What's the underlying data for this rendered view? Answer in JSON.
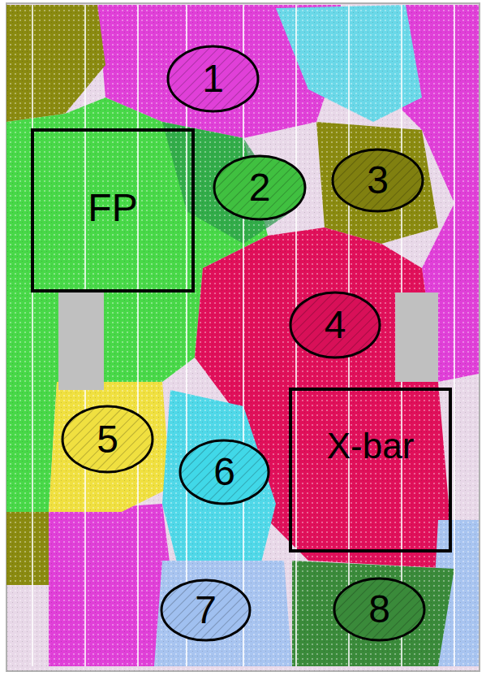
{
  "diagram": {
    "nodes": [
      {
        "text": [
          "1"
        ]
      },
      {
        "text": [
          "FP"
        ]
      },
      {
        "text": [
          "2"
        ]
      },
      {
        "text": [
          "3"
        ]
      },
      {
        "text": [
          "4"
        ]
      },
      {
        "text": [
          "5"
        ]
      },
      {
        "text": [
          "6"
        ]
      },
      {
        "text": [
          "X-bar"
        ]
      },
      {
        "text": [
          "7"
        ]
      },
      {
        "text": [
          "8"
        ]
      }
    ]
  }
}
